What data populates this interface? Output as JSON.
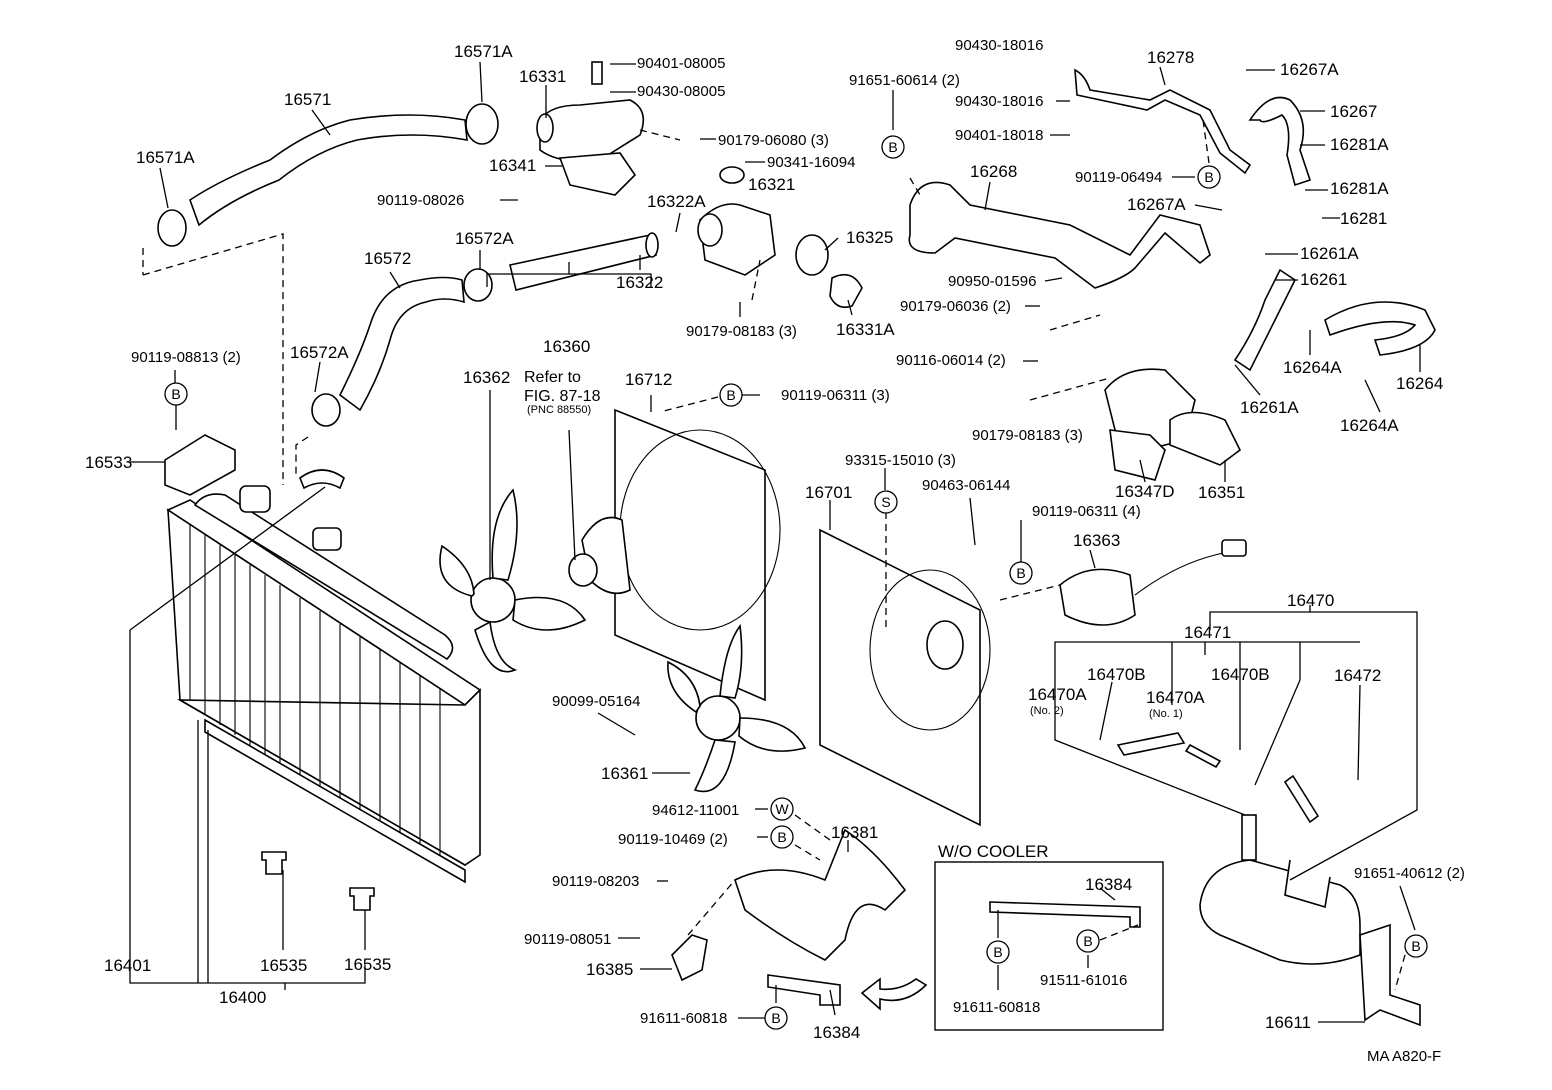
{
  "labels": [
    {
      "id": "16571A-top",
      "text": "16571A"
    },
    {
      "id": "16571",
      "text": "16571"
    },
    {
      "id": "16571A-left",
      "text": "16571A"
    },
    {
      "id": "16331",
      "text": "16331"
    },
    {
      "id": "90401-08005",
      "text": "90401-08005"
    },
    {
      "id": "90430-08005",
      "text": "90430-08005"
    },
    {
      "id": "90179-06080",
      "text": "90179-06080 (3)"
    },
    {
      "id": "16341",
      "text": "16341"
    },
    {
      "id": "90341-16094",
      "text": "90341-16094"
    },
    {
      "id": "16321",
      "text": "16321"
    },
    {
      "id": "90119-08026",
      "text": "90119-08026"
    },
    {
      "id": "16322A",
      "text": "16322A"
    },
    {
      "id": "16325",
      "text": "16325"
    },
    {
      "id": "16572A-top",
      "text": "16572A"
    },
    {
      "id": "16572",
      "text": "16572"
    },
    {
      "id": "16322",
      "text": "16322"
    },
    {
      "id": "90179-08183-top",
      "text": "90179-08183 (3)"
    },
    {
      "id": "16331A",
      "text": "16331A"
    },
    {
      "id": "90119-08813",
      "text": "90119-08813 (2)"
    },
    {
      "id": "16572A-bot",
      "text": "16572A"
    },
    {
      "id": "16533",
      "text": "16533"
    },
    {
      "id": "16360",
      "text": "16360"
    },
    {
      "id": "16362",
      "text": "16362"
    },
    {
      "id": "refer-to",
      "text": "Refer to"
    },
    {
      "id": "fig",
      "text": "FIG. 87-18"
    },
    {
      "id": "pnc",
      "text": "(PNC 88550)"
    },
    {
      "id": "16712",
      "text": "16712"
    },
    {
      "id": "90119-06311-3",
      "text": "90119-06311 (3)"
    },
    {
      "id": "90430-18016-top",
      "text": "90430-18016"
    },
    {
      "id": "16278",
      "text": "16278"
    },
    {
      "id": "16267A-top",
      "text": "16267A"
    },
    {
      "id": "91651-60614",
      "text": "91651-60614 (2)"
    },
    {
      "id": "90430-18016-mid",
      "text": "90430-18016"
    },
    {
      "id": "16267",
      "text": "16267"
    },
    {
      "id": "90401-18018",
      "text": "90401-18018"
    },
    {
      "id": "16281A-top",
      "text": "16281A"
    },
    {
      "id": "16268",
      "text": "16268"
    },
    {
      "id": "90119-06494",
      "text": "90119-06494"
    },
    {
      "id": "16281A-mid",
      "text": "16281A"
    },
    {
      "id": "16267A-mid",
      "text": "16267A"
    },
    {
      "id": "16281",
      "text": "16281"
    },
    {
      "id": "16261A-top",
      "text": "16261A"
    },
    {
      "id": "90950-01596",
      "text": "90950-01596"
    },
    {
      "id": "16261",
      "text": "16261"
    },
    {
      "id": "90179-06036",
      "text": "90179-06036 (2)"
    },
    {
      "id": "90116-06014",
      "text": "90116-06014 (2)"
    },
    {
      "id": "16264A-top",
      "text": "16264A"
    },
    {
      "id": "16264",
      "text": "16264"
    },
    {
      "id": "16261A-bot",
      "text": "16261A"
    },
    {
      "id": "90179-08183-right",
      "text": "90179-08183 (3)"
    },
    {
      "id": "16264A-bot",
      "text": "16264A"
    },
    {
      "id": "16347D",
      "text": "16347D"
    },
    {
      "id": "16351",
      "text": "16351"
    },
    {
      "id": "93315-15010",
      "text": "93315-15010 (3)"
    },
    {
      "id": "90463-06144",
      "text": "90463-06144"
    },
    {
      "id": "16701",
      "text": "16701"
    },
    {
      "id": "90119-06311-4",
      "text": "90119-06311 (4)"
    },
    {
      "id": "16363",
      "text": "16363"
    },
    {
      "id": "16470",
      "text": "16470"
    },
    {
      "id": "16471",
      "text": "16471"
    },
    {
      "id": "16470B-left",
      "text": "16470B"
    },
    {
      "id": "16470B-right",
      "text": "16470B"
    },
    {
      "id": "16472",
      "text": "16472"
    },
    {
      "id": "16470A-no2",
      "text": "16470A"
    },
    {
      "id": "no2",
      "text": "(No. 2)"
    },
    {
      "id": "16470A-no1",
      "text": "16470A"
    },
    {
      "id": "no1",
      "text": "(No. 1)"
    },
    {
      "id": "90099-05164",
      "text": "90099-05164"
    },
    {
      "id": "16361",
      "text": "16361"
    },
    {
      "id": "94612-11001",
      "text": "94612-11001"
    },
    {
      "id": "16381",
      "text": "16381"
    },
    {
      "id": "90119-10469",
      "text": "90119-10469 (2)"
    },
    {
      "id": "90119-08203",
      "text": "90119-08203"
    },
    {
      "id": "wo-cooler",
      "text": "W/O COOLER"
    },
    {
      "id": "16384-box",
      "text": "16384"
    },
    {
      "id": "90119-08051",
      "text": "90119-08051"
    },
    {
      "id": "16385",
      "text": "16385"
    },
    {
      "id": "91611-60818-box",
      "text": "91611-60818"
    },
    {
      "id": "91511-61016",
      "text": "91511-61016"
    },
    {
      "id": "91611-60818-bot",
      "text": "91611-60818"
    },
    {
      "id": "16384-bot",
      "text": "16384"
    },
    {
      "id": "91651-40612",
      "text": "91651-40612 (2)"
    },
    {
      "id": "16611",
      "text": "16611"
    },
    {
      "id": "16401",
      "text": "16401"
    },
    {
      "id": "16535-left",
      "text": "16535"
    },
    {
      "id": "16535-right",
      "text": "16535"
    },
    {
      "id": "16400",
      "text": "16400"
    },
    {
      "id": "ref-code",
      "text": "MA A820-F"
    }
  ],
  "badges": {
    "b": "B",
    "s": "S",
    "w": "W"
  }
}
